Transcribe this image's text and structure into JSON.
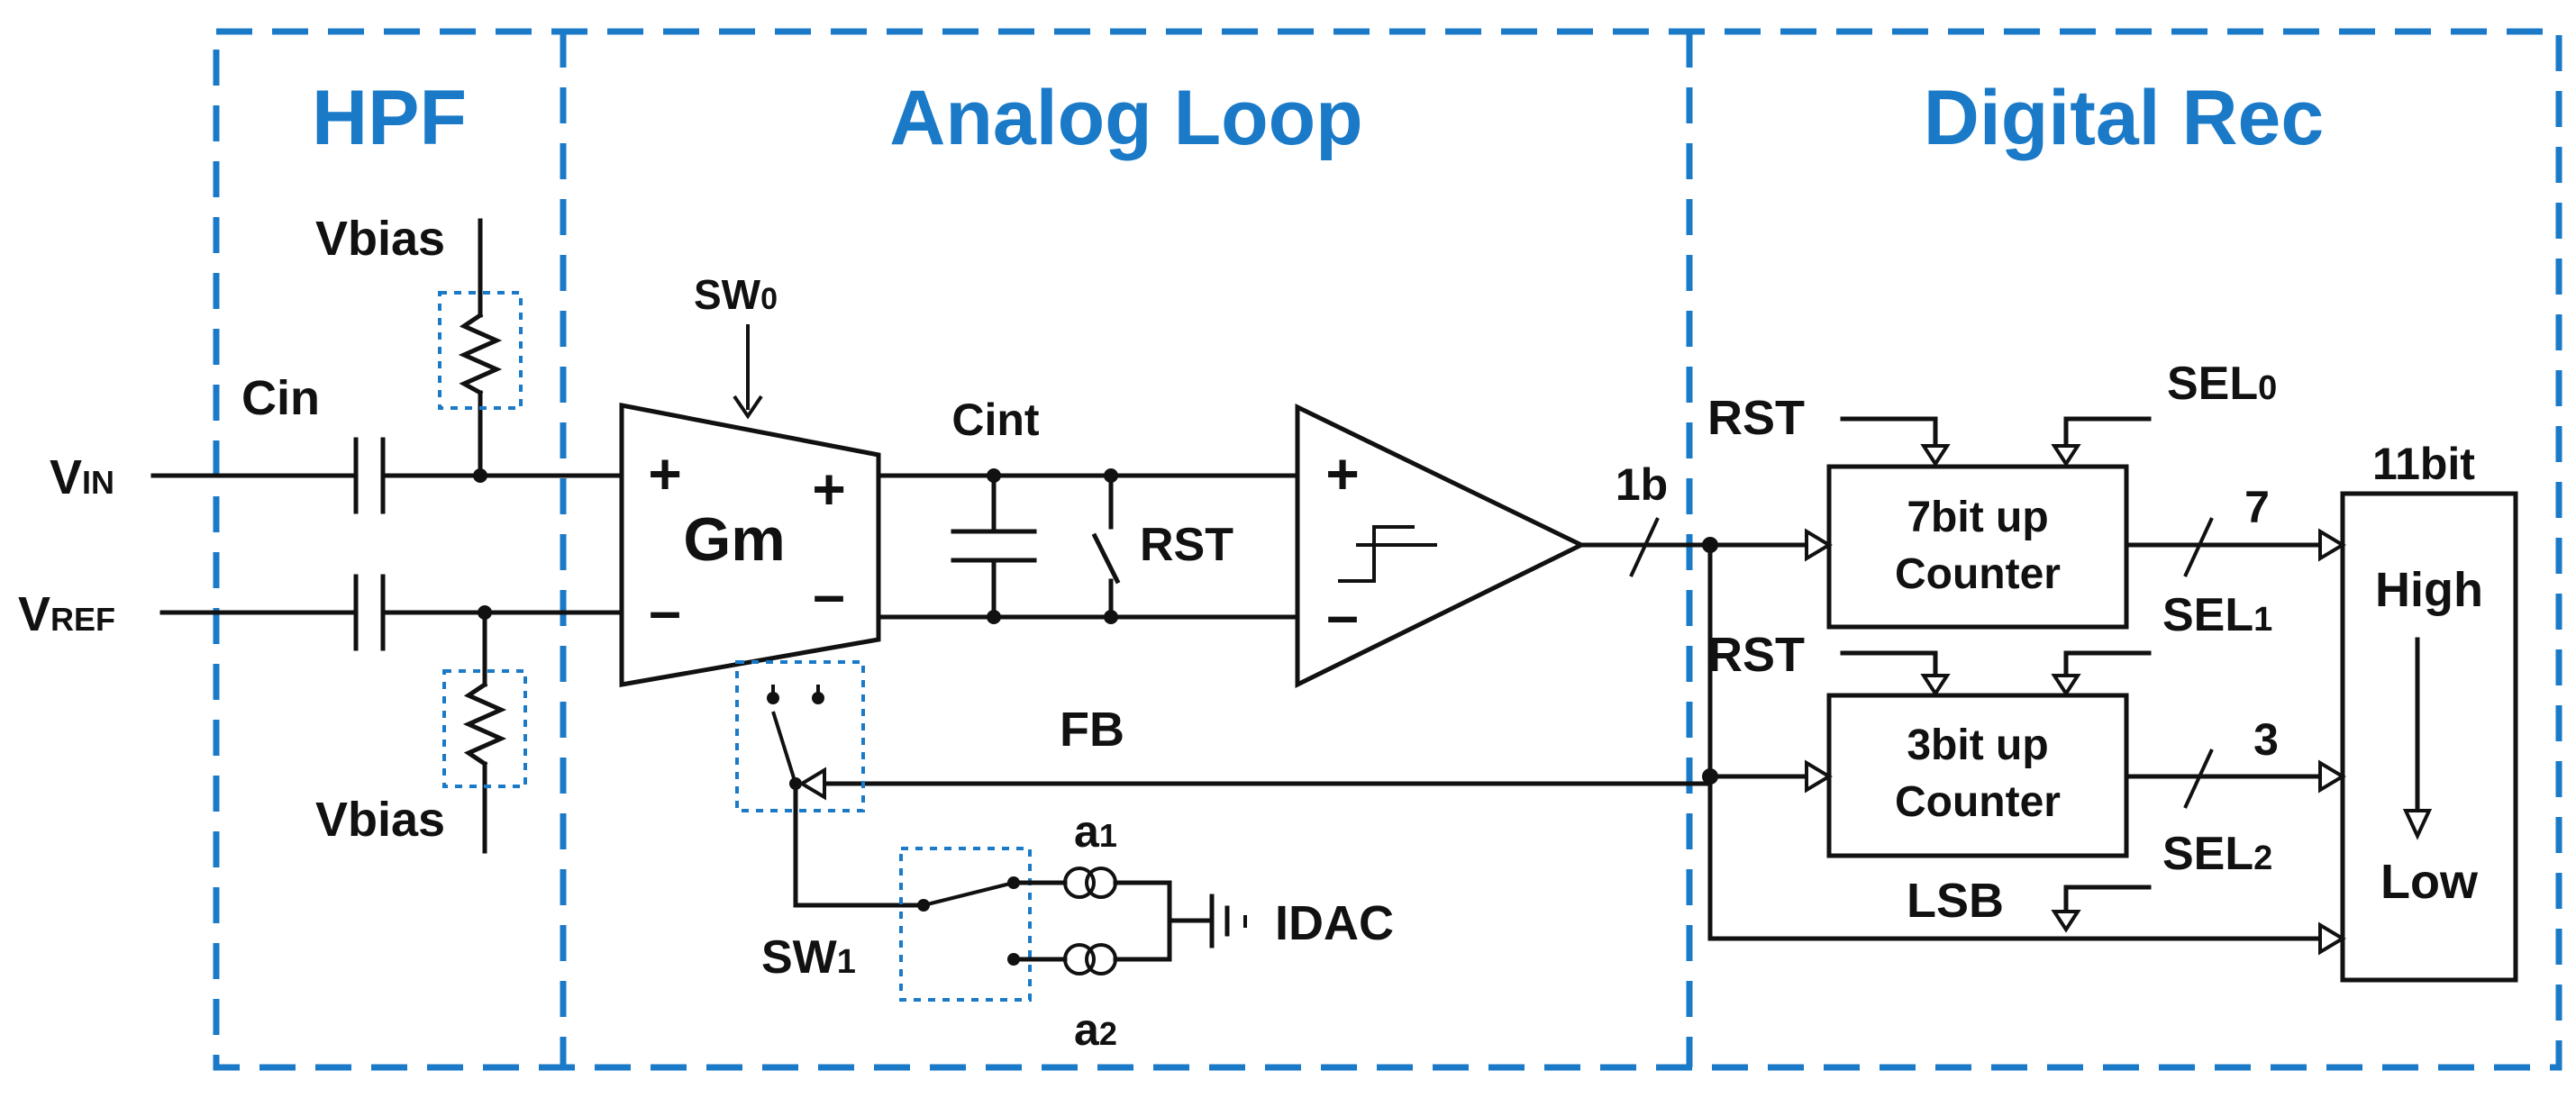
{
  "sections": {
    "hpf": "HPF",
    "analog": "Analog Loop",
    "digital": "Digital Rec"
  },
  "labels": {
    "vbias_top": "Vbias",
    "vbias_bottom": "Vbias",
    "cin": "Cin",
    "vin": {
      "main": "V",
      "sub": "IN"
    },
    "vref": {
      "main": "V",
      "sub": "REF"
    },
    "sw0": {
      "main": "SW",
      "sub": "0"
    },
    "gm": "Gm",
    "gm_plus_in": "+",
    "gm_plus_out": "+",
    "gm_minus_in": "–",
    "gm_minus_out": "–",
    "cint": "Cint",
    "rst_switch": "RST",
    "comp_plus": "+",
    "comp_minus": "–",
    "one_b": "1b",
    "fb": "FB",
    "sw1": {
      "main": "SW",
      "sub": "1"
    },
    "a1": {
      "main": "a",
      "sub": "1"
    },
    "a2": {
      "main": "a",
      "sub": "2"
    },
    "idac": "IDAC",
    "rst_top": "RST",
    "rst_mid": "RST",
    "sel0": {
      "main": "SEL",
      "sub": "0"
    },
    "sel1": {
      "main": "SEL",
      "sub": "1"
    },
    "sel2": {
      "main": "SEL",
      "sub": "2"
    },
    "counter7_line1": "7bit up",
    "counter7_line2": "Counter",
    "counter3_line1": "3bit up",
    "counter3_line2": "Counter",
    "bus7": "7",
    "bus3": "3",
    "lsb": "LSB",
    "out_width": "11bit",
    "high": "High",
    "low": "Low"
  },
  "colors": {
    "accent": "#1a7ac8",
    "wire": "#111111"
  }
}
